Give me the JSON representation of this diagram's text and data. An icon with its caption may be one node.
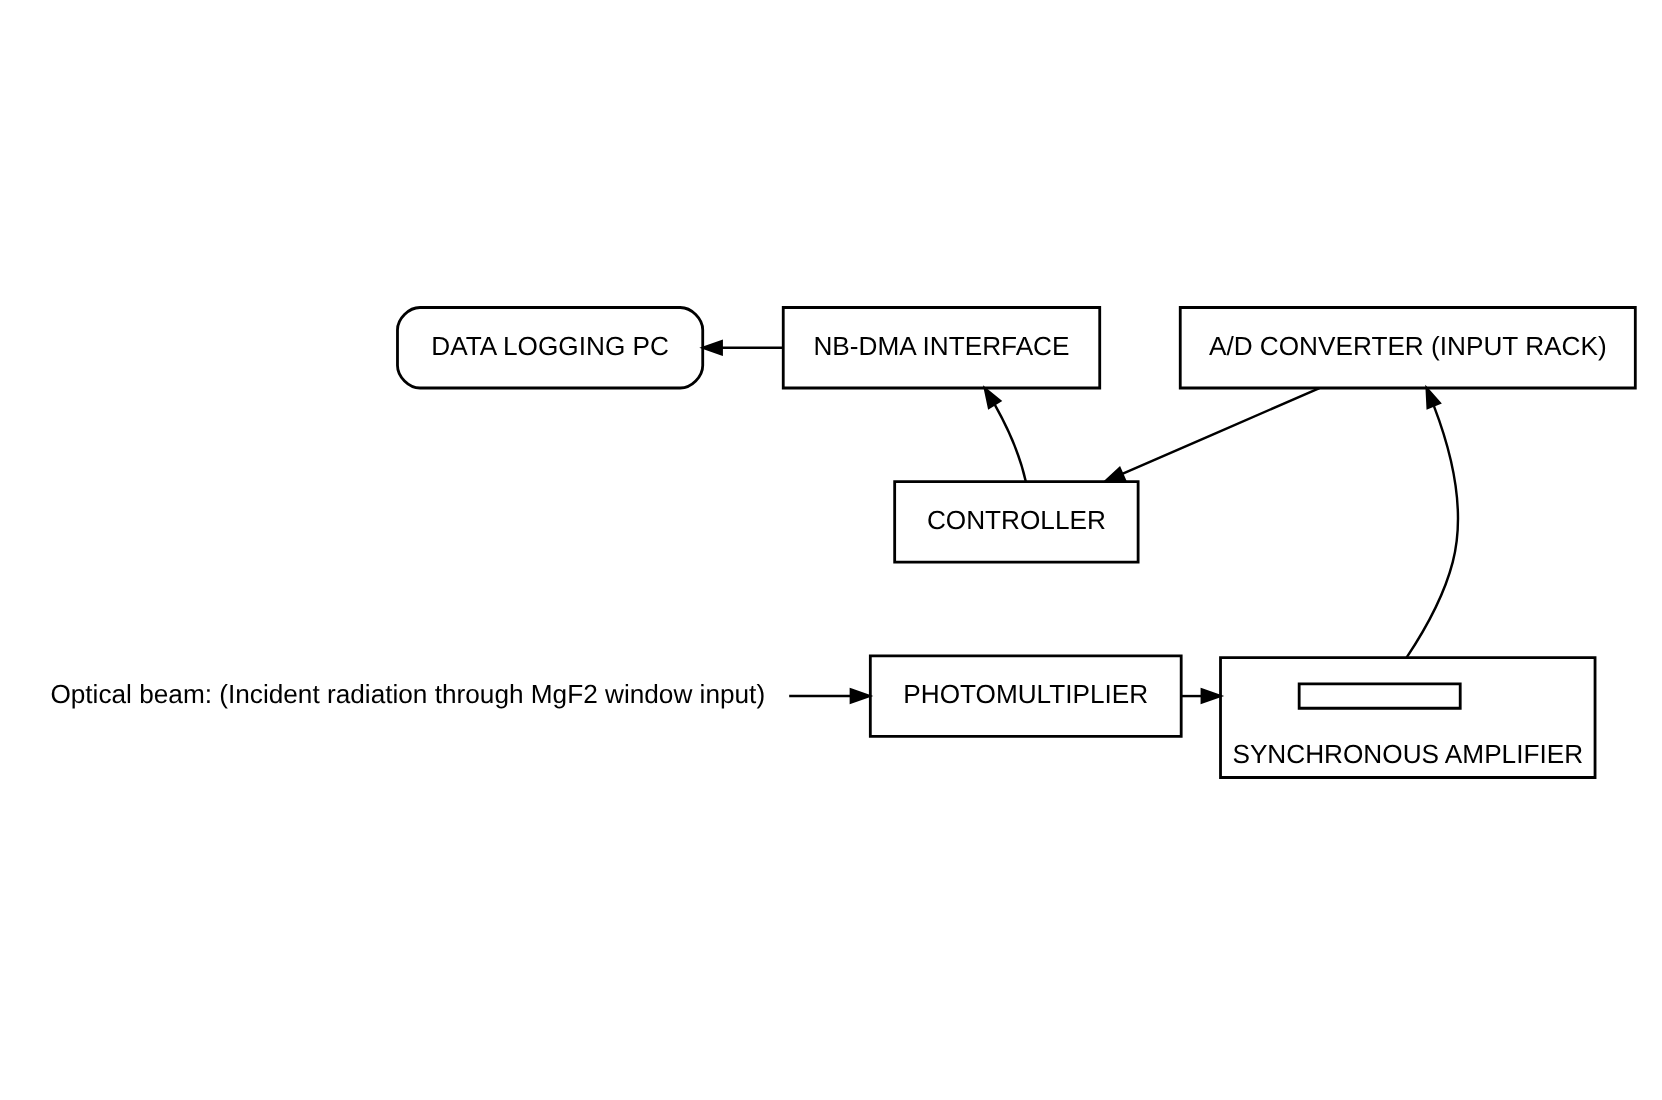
{
  "diagram": {
    "nodes": [
      {
        "text": [
          "DATA LOGGING PC"
        ]
      },
      {
        "text": [
          "NB-DMA INTERFACE"
        ]
      },
      {
        "text": [
          "A/D CONVERTER (INPUT RACK)"
        ]
      },
      {
        "text": [
          "CONTROLLER"
        ]
      },
      {
        "text": [
          "Optical beam: (Incident radiation through MgF2 window input)"
        ]
      },
      {
        "text": [
          "PHOTOMULTIPLIER"
        ]
      },
      {
        "text": [
          "SYNCHRONOUS AMPLIFIER"
        ]
      },
      {
        "text": [],
        "shape": "bar",
        "in": 6
      }
    ],
    "edges": [
      {
        "from": 1,
        "to": 0,
        "arrow": "to"
      },
      {
        "from": 3,
        "to": 1,
        "arrow": "to"
      },
      {
        "from": 2,
        "to": 3,
        "arrow": "to"
      },
      {
        "from": 6,
        "to": 2,
        "arrow": "to"
      },
      {
        "from": 5,
        "to": 6,
        "arrow": "to"
      },
      {
        "from": 4,
        "to": 5,
        "arrow": "to"
      }
    ]
  }
}
